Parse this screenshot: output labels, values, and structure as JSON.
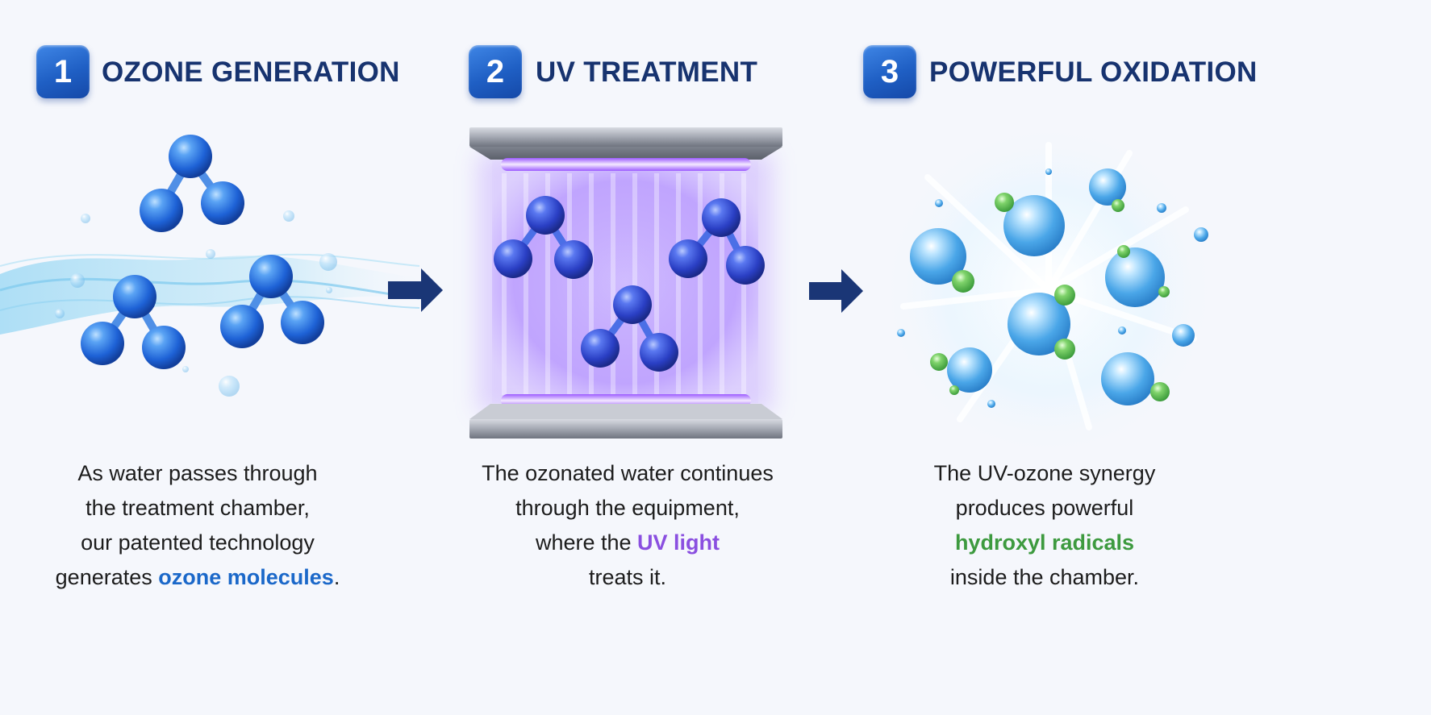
{
  "colors": {
    "badge": "#1f5fc4",
    "title": "#17336f",
    "arrow": "#1a3676",
    "ozone_highlight": "#1b68c9",
    "uv_highlight": "#8a4fe0",
    "hydroxyl_highlight": "#3d9a3f"
  },
  "steps": [
    {
      "number": "1",
      "title": "OZONE GENERATION",
      "desc": {
        "line1": "As water passes through",
        "line2": "the treatment chamber,",
        "line3": "our patented technology",
        "line4_pre": "generates ",
        "line4_highlight": "ozone molecules",
        "line4_post": "."
      }
    },
    {
      "number": "2",
      "title": "UV TREATMENT",
      "desc": {
        "line1": "The ozonated water continues",
        "line2": "through the equipment,",
        "line3_pre": "where the ",
        "line3_highlight": "UV light",
        "line4": "treats it."
      }
    },
    {
      "number": "3",
      "title": "POWERFUL OXIDATION",
      "desc": {
        "line1": "The UV-ozone synergy",
        "line2": "produces powerful",
        "line3_highlight": "hydroxyl radicals",
        "line4": "inside the chamber."
      }
    }
  ],
  "icons": {
    "arrow1": "right-arrow-icon",
    "arrow2": "right-arrow-icon"
  }
}
